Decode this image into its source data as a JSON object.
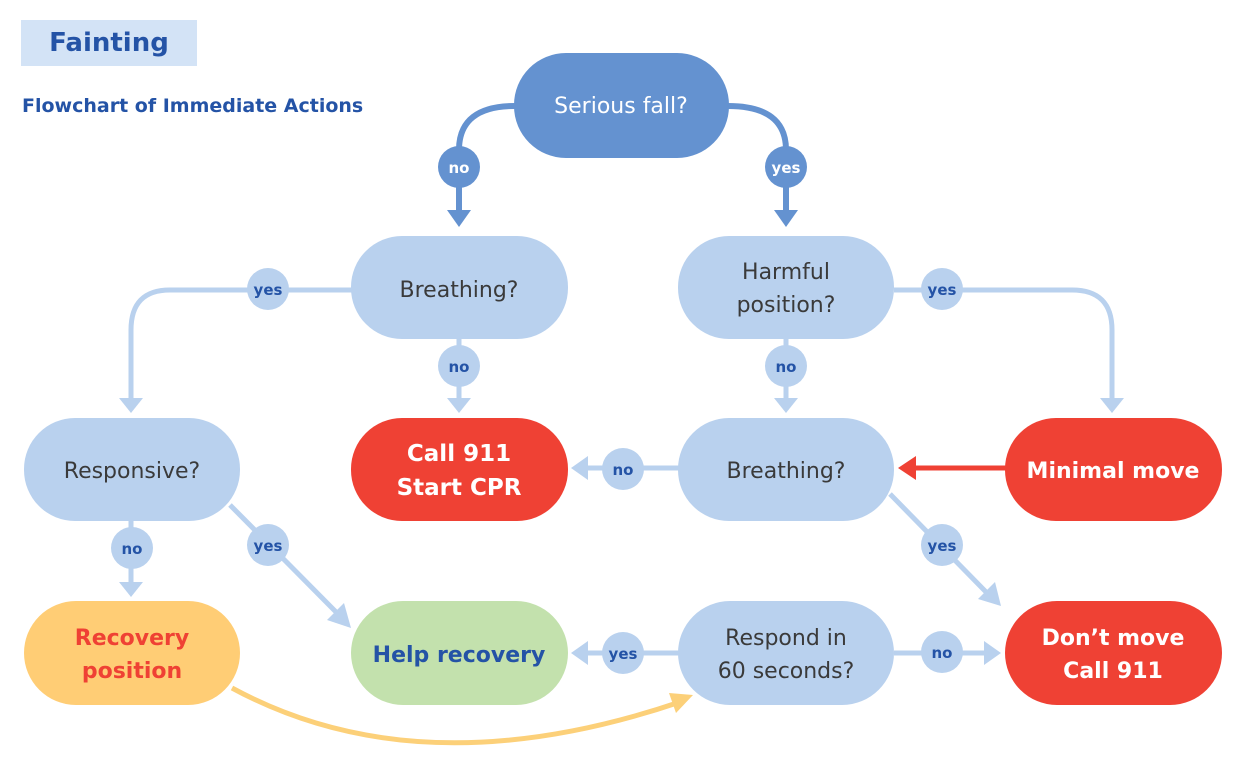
{
  "title": "Fainting",
  "subtitle": "Flowchart of Immediate Actions",
  "colors": {
    "dark_blue": "#6492d0",
    "light_blue": "#b9d1ee",
    "red": "#ef4134",
    "yellow": "#ffcd75",
    "green": "#c3e1ad",
    "text_blue": "#2453a6",
    "text_dark": "#3a3a3a",
    "text_orange": "#ef4134",
    "edge_blue": "#b9d1ee",
    "edge_dark": "#6492d0",
    "edge_red": "#ef4134",
    "edge_yellow": "#fcd079"
  },
  "nodes": {
    "serious_fall": {
      "label": "Serious fall?"
    },
    "breathing_1": {
      "label": "Breathing?"
    },
    "harmful_position": {
      "line1": "Harmful",
      "line2": "position?"
    },
    "responsive": {
      "label": "Responsive?"
    },
    "call911_cpr": {
      "line1": "Call 911",
      "line2": "Start CPR"
    },
    "breathing_2": {
      "label": "Breathing?"
    },
    "minimal_move": {
      "label": "Minimal move"
    },
    "recovery_position": {
      "line1": "Recovery",
      "line2": "position"
    },
    "help_recovery": {
      "label": "Help recovery"
    },
    "respond_60": {
      "line1": "Respond in",
      "line2": "60 seconds?"
    },
    "dont_move": {
      "line1": "Don’t move",
      "line2": "Call 911"
    }
  },
  "edge_labels": {
    "fall_no": "no",
    "fall_yes": "yes",
    "breathing1_yes": "yes",
    "breathing1_no": "no",
    "harmful_yes": "yes",
    "harmful_no": "no",
    "breathing2_no": "no",
    "breathing2_yes": "yes",
    "responsive_no": "no",
    "responsive_yes": "yes",
    "respond_yes": "yes",
    "respond_no": "no"
  }
}
